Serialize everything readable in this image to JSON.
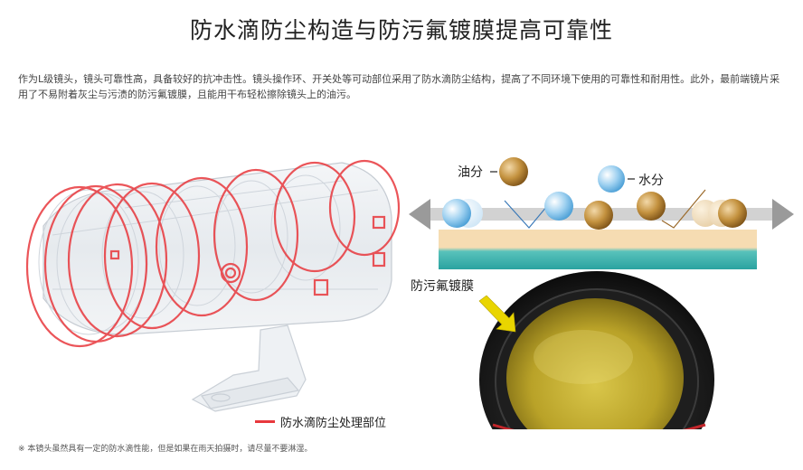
{
  "page": {
    "title": "防水滴防尘构造与防污氟镀膜提高可靠性",
    "intro": "作为L级镜头，镜头可靠性高，具备较好的抗冲击性。镜头操作环、开关处等可动部位采用了防水滴防尘结构，提高了不同环境下使用的可靠性和耐用性。此外，最前端镜片采用了不易附着灰尘与污渍的防污氟镀膜，且能用干布轻松擦除镜头上的油污。",
    "footnote": "※ 本镜头虽然具有一定的防水滴性能，但是如果在雨天拍摄时，请尽量不要淋湿。"
  },
  "lens_figure": {
    "legend_label": "防水滴防尘处理部位",
    "legend_color": "#e8383d"
  },
  "coating_diagram": {
    "oil_label": "油分",
    "water_label": "水分",
    "coating_label": "防污氟镀膜",
    "oil_color": "#b07a2a",
    "water_color": "#6fb6e6",
    "surface_top_color": "#f6dcb2",
    "surface_bottom_color": "#40b8b2"
  }
}
